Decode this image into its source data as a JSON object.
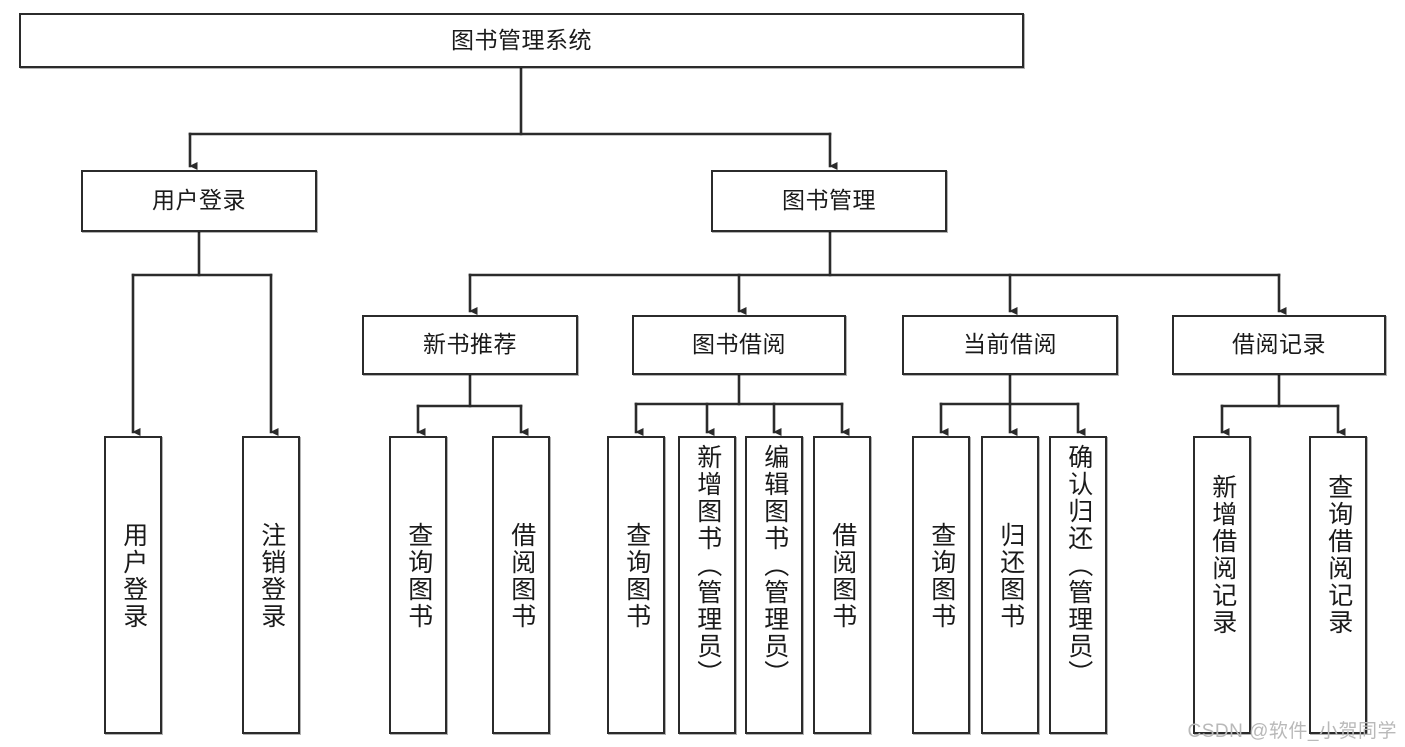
{
  "diagram": {
    "type": "tree",
    "title": "图书管理系统",
    "orientation": "top-down",
    "colors": {
      "box_border": "#2b2b2b",
      "box_fill": "#ffffff",
      "edge": "#2b2b2b",
      "text": "#1a1a1a",
      "watermark": "#b9b9b9"
    },
    "nodes": {
      "root": {
        "label": "图书管理系统",
        "level": 0
      },
      "l1": [
        {
          "id": "user_login",
          "label": "用户登录",
          "level": 1
        },
        {
          "id": "book_manage",
          "label": "图书管理",
          "level": 1
        }
      ],
      "l2": [
        {
          "id": "new_book_rec",
          "label": "新书推荐",
          "level": 2,
          "parent": "book_manage"
        },
        {
          "id": "book_borrow",
          "label": "图书借阅",
          "level": 2,
          "parent": "book_manage"
        },
        {
          "id": "current_borrow",
          "label": "当前借阅",
          "level": 2,
          "parent": "book_manage"
        },
        {
          "id": "borrow_record",
          "label": "借阅记录",
          "level": 2,
          "parent": "book_manage"
        }
      ],
      "leaves": [
        {
          "id": "leaf_user_login",
          "label": "用户登录",
          "parent": "user_login"
        },
        {
          "id": "leaf_logout",
          "label": "注销登录",
          "parent": "user_login"
        },
        {
          "id": "leaf_query_book_1",
          "label": "查询图书",
          "parent": "new_book_rec"
        },
        {
          "id": "leaf_borrow_book_1",
          "label": "借阅图书",
          "parent": "new_book_rec"
        },
        {
          "id": "leaf_query_book_2",
          "label": "查询图书",
          "parent": "book_borrow"
        },
        {
          "id": "leaf_add_book",
          "label": "新增图书（管理员）",
          "parent": "book_borrow"
        },
        {
          "id": "leaf_edit_book",
          "label": "编辑图书（管理员）",
          "parent": "book_borrow"
        },
        {
          "id": "leaf_borrow_book_2",
          "label": "借阅图书",
          "parent": "book_borrow"
        },
        {
          "id": "leaf_query_book_3",
          "label": "查询图书",
          "parent": "current_borrow"
        },
        {
          "id": "leaf_return_book",
          "label": "归还图书",
          "parent": "current_borrow"
        },
        {
          "id": "leaf_confirm_return",
          "label": "确认归还（管理员）",
          "parent": "current_borrow"
        },
        {
          "id": "leaf_add_record",
          "label": "新增借阅记录",
          "parent": "borrow_record"
        },
        {
          "id": "leaf_query_record",
          "label": "查询借阅记录",
          "parent": "borrow_record"
        }
      ]
    }
  },
  "watermark": {
    "text": "CSDN @软件_小贺同学"
  }
}
